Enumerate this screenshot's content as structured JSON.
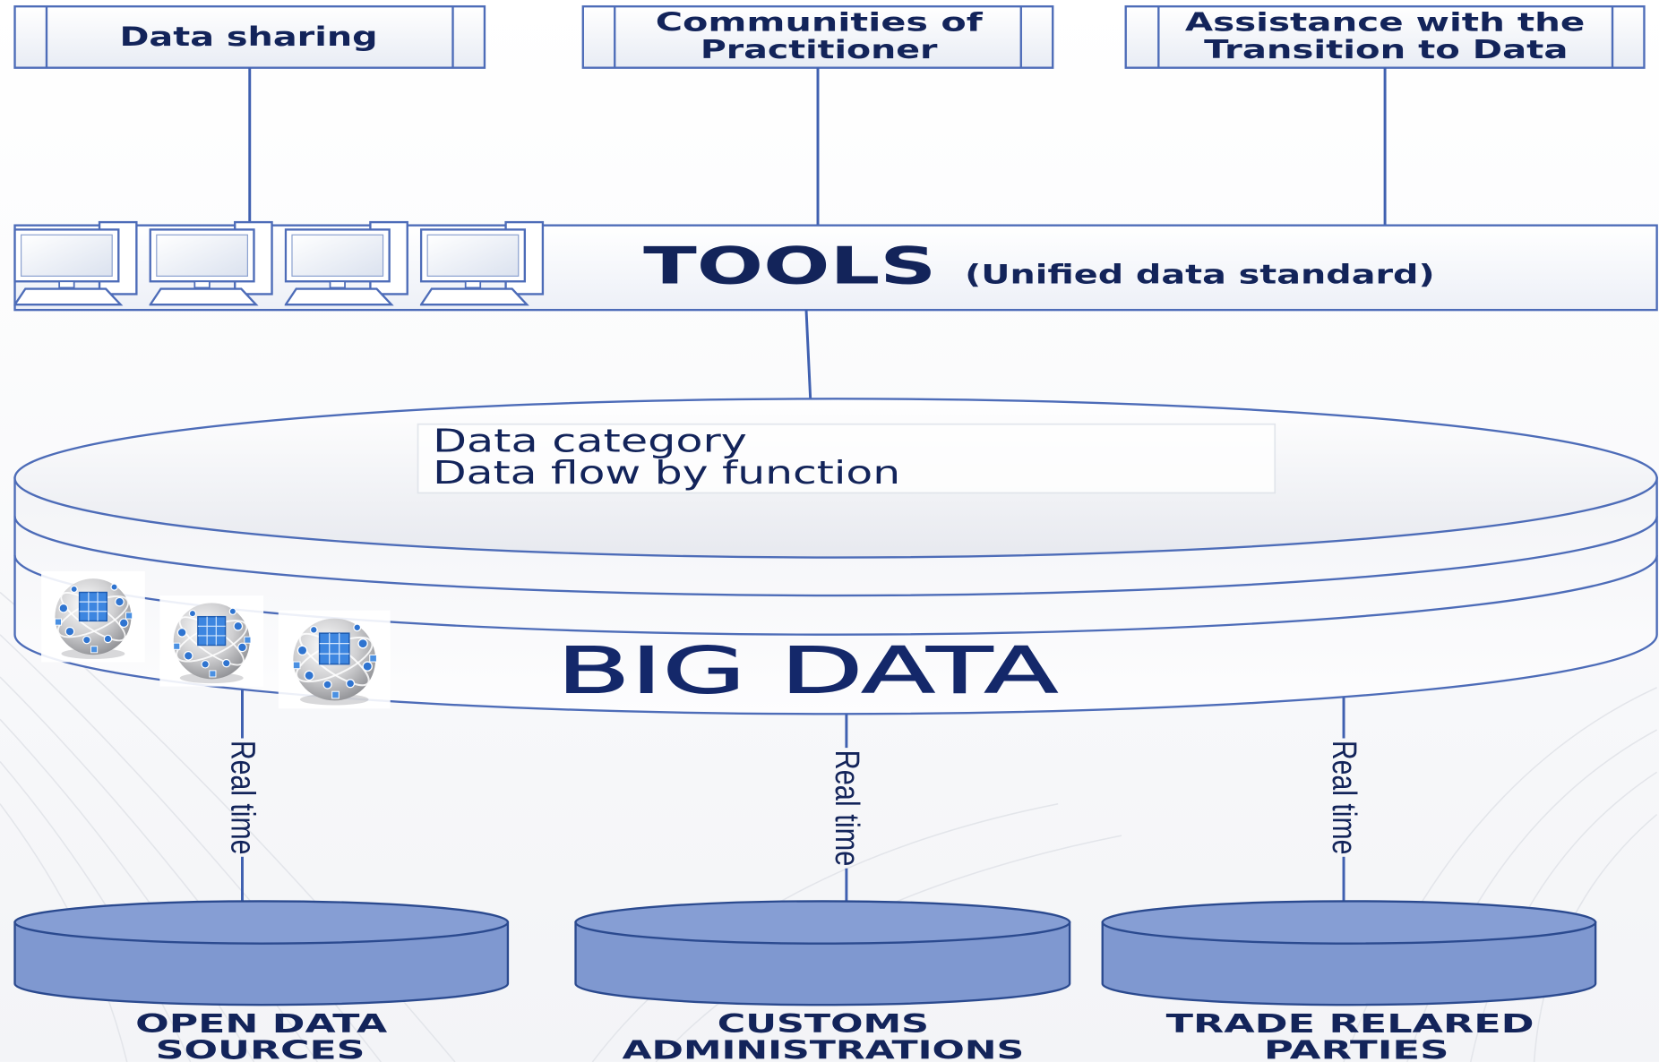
{
  "diagram": {
    "top_boxes": [
      {
        "lines": [
          "Data sharing"
        ]
      },
      {
        "lines": [
          "Communities of",
          "Practitioner"
        ]
      },
      {
        "lines": [
          "Assistance with the",
          "Transition to Data"
        ]
      }
    ],
    "tools": {
      "title": "TOOLS",
      "subtitle": "(Unified data standard)",
      "icons": [
        "computer-icon",
        "computer-icon",
        "computer-icon",
        "computer-icon"
      ]
    },
    "big_data": {
      "title": "BIG DATA",
      "info_lines": [
        "Data category",
        "Data flow by function"
      ],
      "icons": [
        "globe-network-icon",
        "globe-network-icon",
        "globe-network-icon"
      ]
    },
    "connectors": [
      {
        "label": "Real time"
      },
      {
        "label": "Real time"
      },
      {
        "label": "Real time"
      }
    ],
    "sources": [
      {
        "lines": [
          "OPEN DATA",
          "SOURCES"
        ]
      },
      {
        "lines": [
          "CUSTOMS",
          "ADMINISTRATIONS"
        ]
      },
      {
        "lines": [
          "TRADE RELARED",
          "PARTIES"
        ]
      }
    ]
  },
  "colors": {
    "text": "#13245a",
    "line": "#3f60b0",
    "shape_stroke": "#4d6cb8",
    "database_fill": "#7f98d0",
    "database_stroke": "#2b4a8f"
  }
}
